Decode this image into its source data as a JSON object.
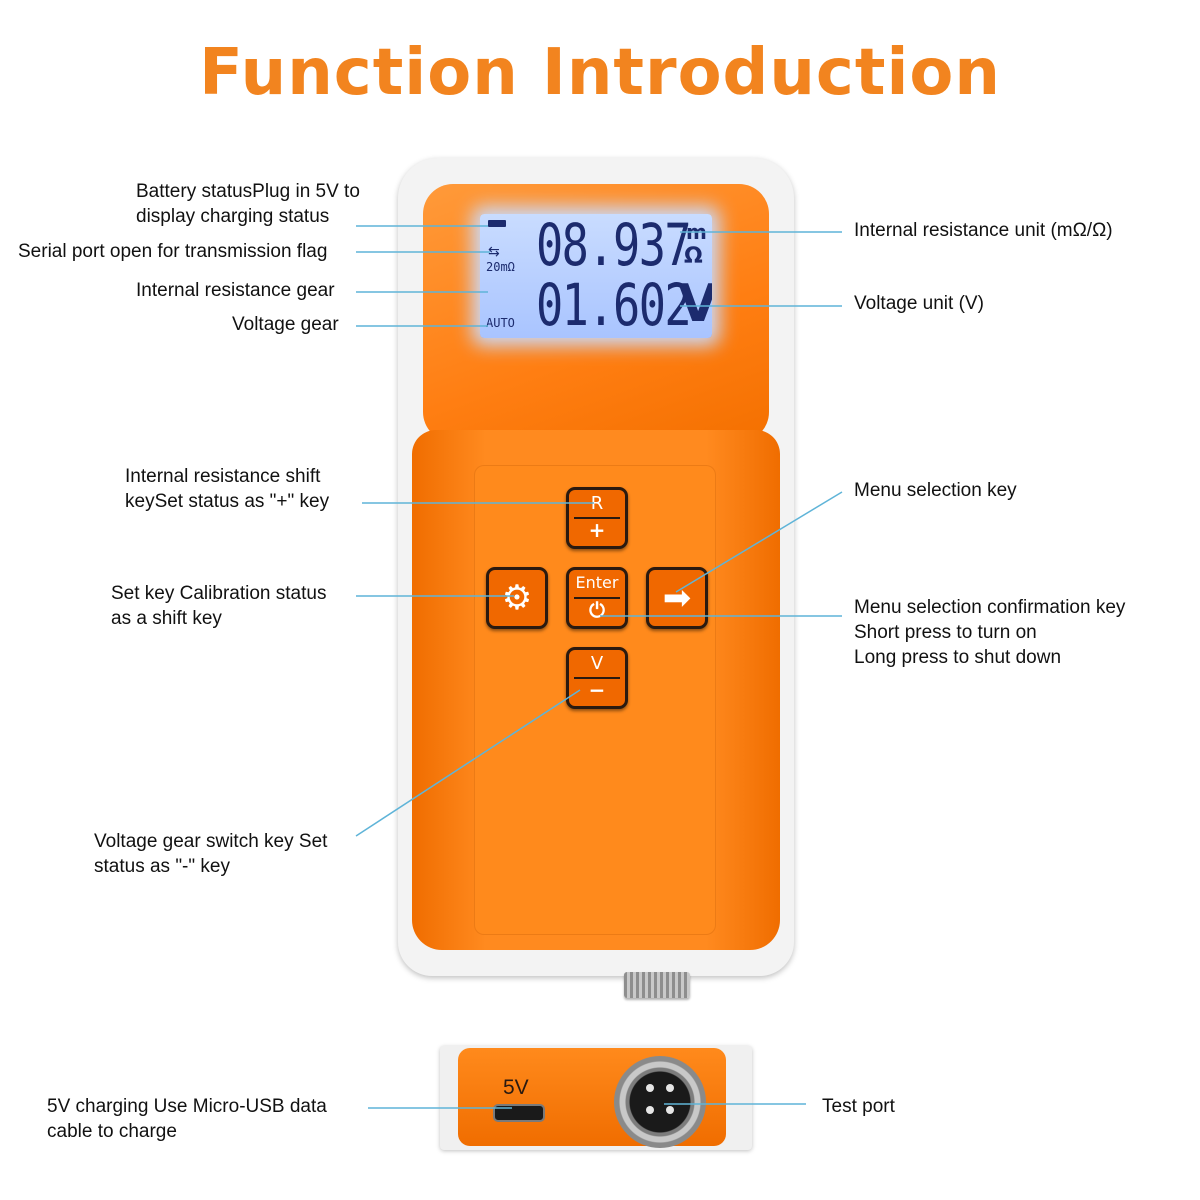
{
  "title": "Function Introduction",
  "display": {
    "resistance_reading": "08.937",
    "voltage_reading": "01.602",
    "resistance_unit_top": "m",
    "resistance_unit_bottom": "Ω",
    "voltage_unit": "V",
    "gear_text": "20mΩ",
    "voltage_gear_text": "AUTO"
  },
  "keys": {
    "r_top": "R",
    "r_bottom": "+",
    "enter_top": "Enter",
    "enter_bottom": "⏻",
    "v_top": "V",
    "v_bottom": "−",
    "set_symbol": "⚙",
    "menu_symbol": "➡"
  },
  "bottom_view": {
    "port_label": "5V"
  },
  "labels": {
    "battery_status": [
      "Battery statusPlug in 5V to",
      "display charging status"
    ],
    "serial_port": "Serial port open for transmission flag",
    "resistance_gear": "Internal resistance gear",
    "voltage_gear": "Voltage gear",
    "resistance_unit": "Internal resistance unit (mΩ/Ω)",
    "voltage_unit": "Voltage unit (V)",
    "resistance_shift": [
      "Internal resistance shift",
      "keySet status as \"+\" key"
    ],
    "menu_selection": "Menu selection key",
    "set_key": [
      "Set key Calibration status",
      "as a shift key"
    ],
    "menu_confirm": [
      "Menu selection confirmation key",
      "Short press to turn on",
      "Long press to shut down"
    ],
    "voltage_switch": [
      "Voltage gear switch key Set",
      "status as \"-\" key"
    ],
    "charging": [
      "5V charging Use Micro-USB data",
      "cable to charge"
    ],
    "test_port": "Test port"
  },
  "colors": {
    "title": "#f2841f",
    "leader_line": "#5fb4d8",
    "device_orange": "#ff8a1c",
    "lcd_background": "#b4ccff"
  },
  "icons": [
    "battery-icon",
    "usb-icon",
    "gear-icon",
    "arrow-right-icon",
    "power-icon"
  ]
}
